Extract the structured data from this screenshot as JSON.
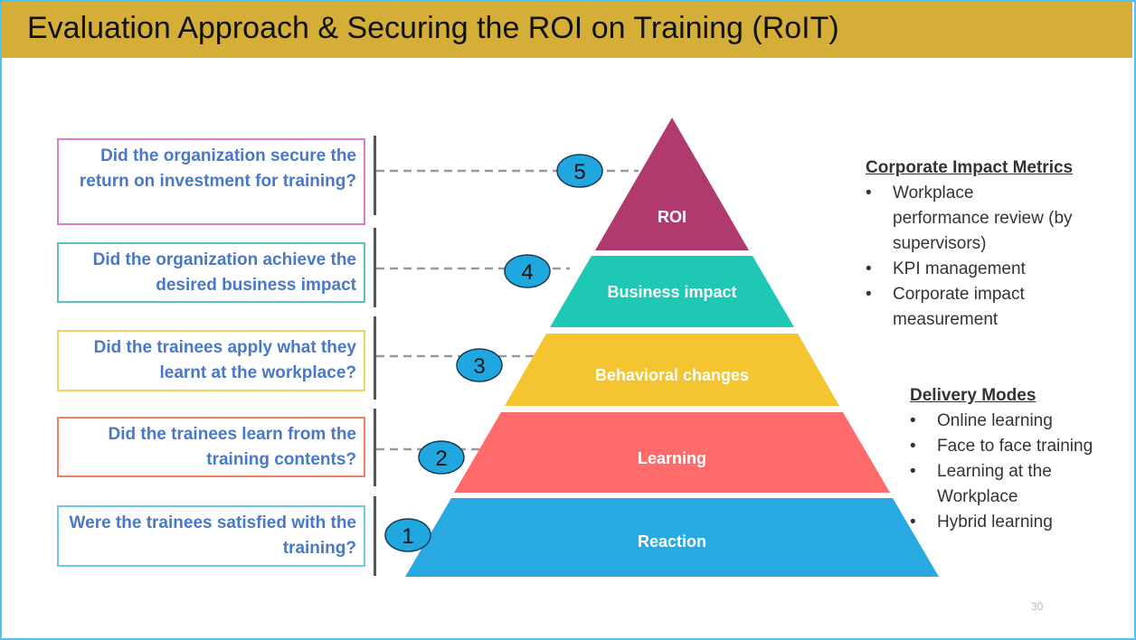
{
  "title": "Evaluation Approach & Securing the ROI on Training (RoIT)",
  "levels": [
    {
      "number": "5",
      "label": "ROI",
      "question": "Did the organization secure the return on investment for training?",
      "color": "#b03a6e",
      "border": "#e07ac8"
    },
    {
      "number": "4",
      "label": "Business impact",
      "question": "Did the organization achieve the desired business impact",
      "color": "#1fc7b5",
      "border": "#5bbfbf"
    },
    {
      "number": "3",
      "label": "Behavioral changes",
      "question": "Did the trainees apply what they learnt at the workplace?",
      "color": "#f5c431",
      "border": "#f3d45a"
    },
    {
      "number": "2",
      "label": "Learning",
      "question": "Did the trainees learn from the training contents?",
      "color": "#ff6b6b",
      "border": "#f08060"
    },
    {
      "number": "1",
      "label": "Reaction",
      "question": "Were the trainees satisfied with the training?",
      "color": "#28a9e2",
      "border": "#6cc8ee"
    }
  ],
  "corporate_metrics": {
    "heading": "Corporate Impact Metrics",
    "items": [
      "Workplace performance review (by supervisors)",
      "KPI management",
      "Corporate impact measurement"
    ]
  },
  "delivery_modes": {
    "heading": "Delivery Modes",
    "items": [
      "Online learning",
      "Face to face training",
      "Learning at the Workplace",
      "Hybrid learning"
    ]
  },
  "page_number": "30",
  "circle_color": "#1fa8e0"
}
